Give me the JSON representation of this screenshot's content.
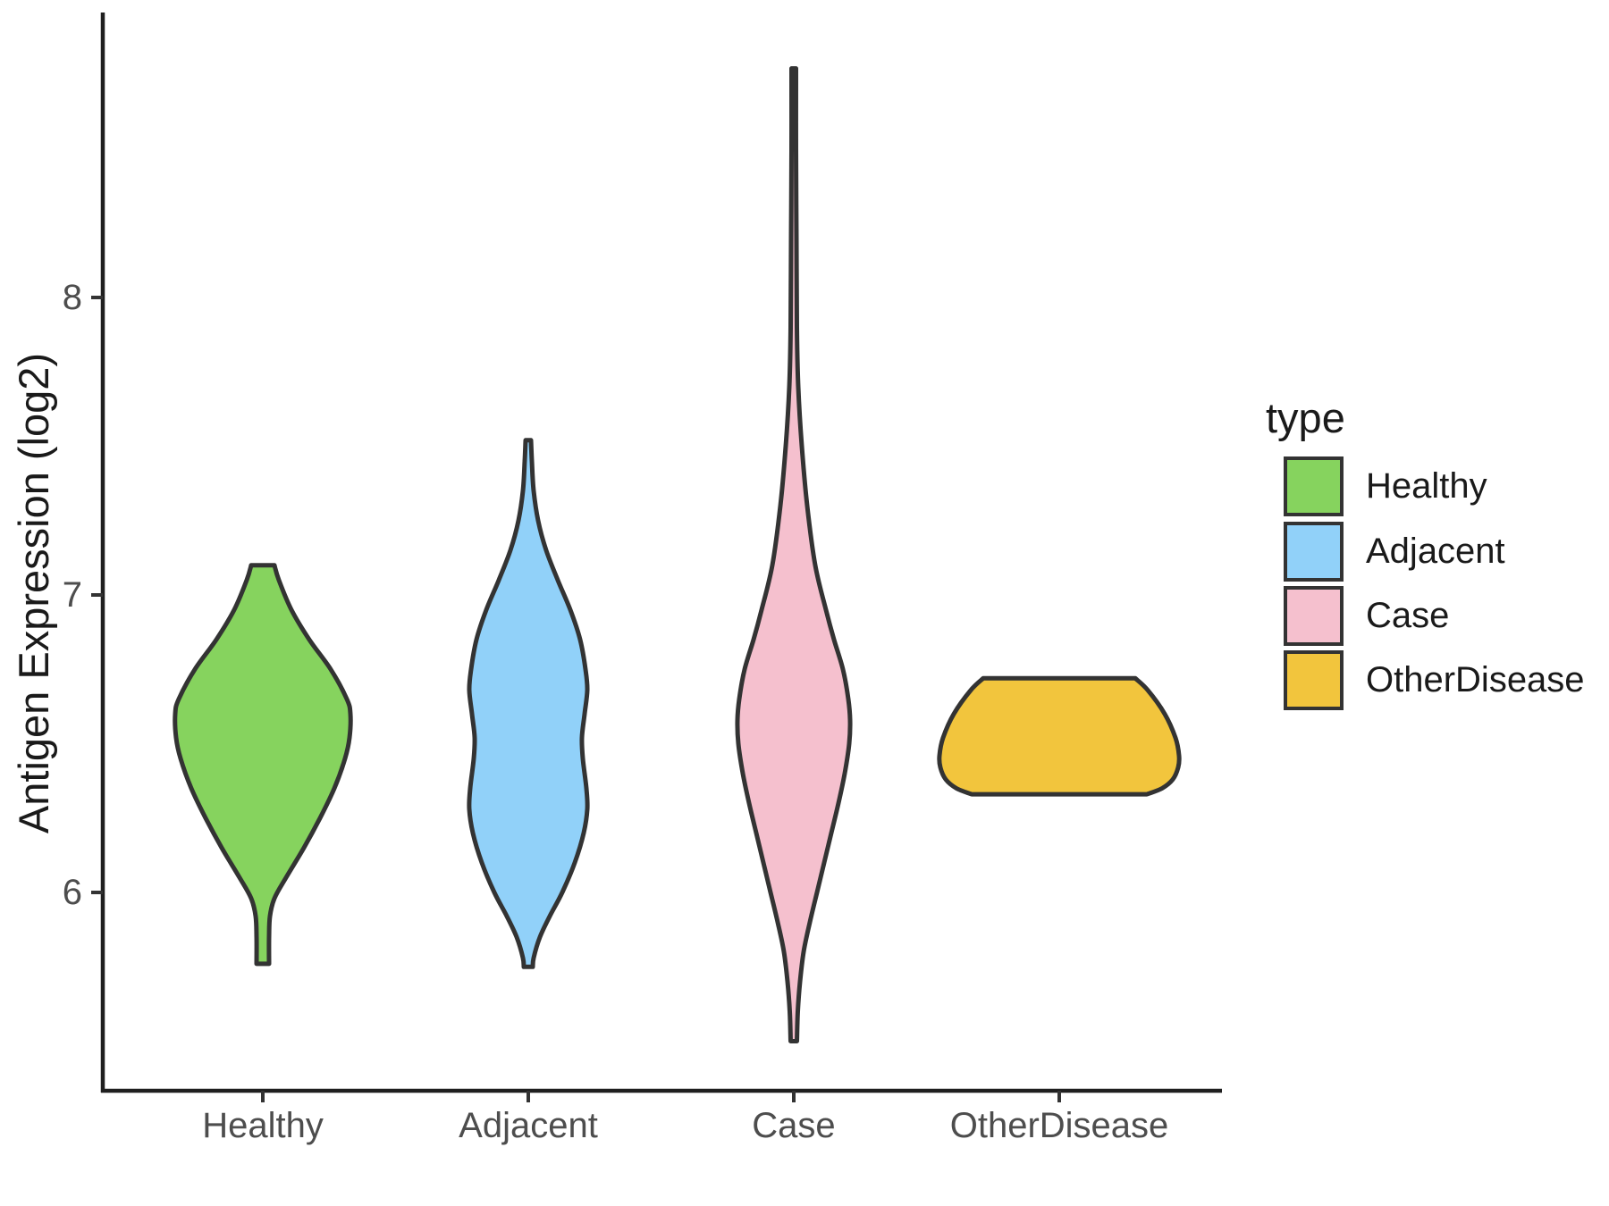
{
  "chart_data": {
    "type": "violin",
    "title": "",
    "xlabel": "",
    "ylabel": "Antigen Expression (log2)",
    "categories": [
      "Healthy",
      "Adjacent",
      "Case",
      "OtherDisease"
    ],
    "y_ticks": [
      {
        "value": 6,
        "label": "6"
      },
      {
        "value": 7,
        "label": "7"
      },
      {
        "value": 8,
        "label": "8"
      }
    ],
    "ylim": [
      5.33,
      8.96
    ],
    "grid": "off",
    "legend": {
      "title": "type",
      "position": "right",
      "entries": [
        {
          "label": "Healthy",
          "color": "#86D35E"
        },
        {
          "label": "Adjacent",
          "color": "#91D1F9"
        },
        {
          "label": "Case",
          "color": "#F5C0CE"
        },
        {
          "label": "OtherDisease",
          "color": "#F2C53D"
        }
      ]
    },
    "profile_units": [
      "antigen_expression_log2",
      "half_width_px"
    ],
    "series": [
      {
        "name": "Healthy",
        "fill": "#86D35E",
        "outline": "#333333",
        "range": [
          5.76,
          7.1
        ],
        "peak": 6.61,
        "profile": [
          [
            7.1,
            13
          ],
          [
            7.05,
            18
          ],
          [
            6.95,
            32
          ],
          [
            6.85,
            52
          ],
          [
            6.75,
            76
          ],
          [
            6.65,
            94
          ],
          [
            6.6,
            98
          ],
          [
            6.52,
            97
          ],
          [
            6.45,
            92
          ],
          [
            6.35,
            80
          ],
          [
            6.25,
            64
          ],
          [
            6.15,
            46
          ],
          [
            6.05,
            26
          ],
          [
            5.98,
            13
          ],
          [
            5.92,
            8
          ],
          [
            5.85,
            7
          ],
          [
            5.76,
            7
          ]
        ]
      },
      {
        "name": "Adjacent",
        "fill": "#91D1F9",
        "outline": "#333333",
        "range": [
          5.75,
          7.52
        ],
        "peak": 6.68,
        "profile": [
          [
            7.52,
            3
          ],
          [
            7.45,
            4
          ],
          [
            7.35,
            6
          ],
          [
            7.25,
            11
          ],
          [
            7.15,
            20
          ],
          [
            7.05,
            33
          ],
          [
            6.95,
            47
          ],
          [
            6.85,
            58
          ],
          [
            6.75,
            64
          ],
          [
            6.68,
            66
          ],
          [
            6.6,
            63
          ],
          [
            6.52,
            60
          ],
          [
            6.45,
            61
          ],
          [
            6.35,
            65
          ],
          [
            6.28,
            66
          ],
          [
            6.2,
            62
          ],
          [
            6.1,
            52
          ],
          [
            6.0,
            38
          ],
          [
            5.92,
            24
          ],
          [
            5.85,
            13
          ],
          [
            5.78,
            6
          ],
          [
            5.75,
            5
          ]
        ]
      },
      {
        "name": "Case",
        "fill": "#F5C0CE",
        "outline": "#333333",
        "range": [
          5.5,
          8.77
        ],
        "peak": 6.58,
        "profile": [
          [
            8.77,
            2.5
          ],
          [
            8.5,
            2.5
          ],
          [
            8.2,
            3
          ],
          [
            7.9,
            3.5
          ],
          [
            7.7,
            5
          ],
          [
            7.5,
            9
          ],
          [
            7.3,
            15
          ],
          [
            7.1,
            24
          ],
          [
            6.95,
            36
          ],
          [
            6.85,
            45
          ],
          [
            6.75,
            55
          ],
          [
            6.65,
            61
          ],
          [
            6.58,
            63
          ],
          [
            6.5,
            62
          ],
          [
            6.4,
            57
          ],
          [
            6.3,
            50
          ],
          [
            6.2,
            42
          ],
          [
            6.1,
            34
          ],
          [
            6.0,
            26
          ],
          [
            5.9,
            18
          ],
          [
            5.8,
            11
          ],
          [
            5.7,
            7
          ],
          [
            5.6,
            4.5
          ],
          [
            5.5,
            3.5
          ]
        ]
      },
      {
        "name": "OtherDisease",
        "fill": "#F2C53D",
        "outline": "#333333",
        "range": [
          6.33,
          6.72
        ],
        "peak": 6.46,
        "profile": [
          [
            6.72,
            85
          ],
          [
            6.68,
            99
          ],
          [
            6.6,
            118
          ],
          [
            6.52,
            130
          ],
          [
            6.46,
            134
          ],
          [
            6.42,
            133
          ],
          [
            6.38,
            127
          ],
          [
            6.35,
            115
          ],
          [
            6.33,
            98
          ]
        ]
      }
    ]
  }
}
